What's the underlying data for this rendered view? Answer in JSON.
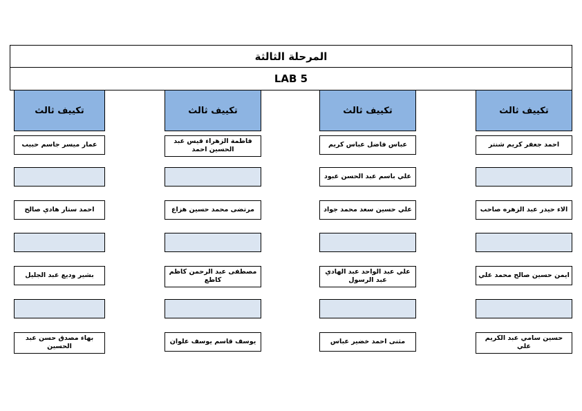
{
  "header": {
    "title": "المرحلة الثالثة",
    "subtitle": "LAB 5"
  },
  "colors": {
    "header_fill": "#8DB4E2",
    "empty_fill": "#DBE5F1",
    "border": "#000000"
  },
  "columns": [
    {
      "header": "تكييف ثالث",
      "cells": [
        {
          "type": "name",
          "text": "عمار ميسر جاسم حبيب"
        },
        {
          "type": "empty",
          "text": ""
        },
        {
          "type": "name",
          "text": "احمد ستار هادي صالح"
        },
        {
          "type": "empty",
          "text": ""
        },
        {
          "type": "name",
          "text": "بشير وديع عبد الجليل"
        },
        {
          "type": "empty",
          "text": ""
        },
        {
          "type": "name",
          "text": "بهاء مصدق حسن عبد الحسين"
        }
      ]
    },
    {
      "header": "تكييف ثالث",
      "cells": [
        {
          "type": "name",
          "text": "فاطمة الزهراء قيس عبد الحسين احمد"
        },
        {
          "type": "empty",
          "text": ""
        },
        {
          "type": "name",
          "text": "مرتضى محمد حسين هزاع"
        },
        {
          "type": "empty",
          "text": ""
        },
        {
          "type": "name",
          "text": "مصطفى عبد الرحمن كاظم كاطع"
        },
        {
          "type": "empty",
          "text": ""
        },
        {
          "type": "name",
          "text": "يوسف قاسم يوسف علوان"
        }
      ]
    },
    {
      "header": "تكييف ثالث",
      "cells": [
        {
          "type": "name",
          "text": "عباس فاضل عباس كريم"
        },
        {
          "type": "name",
          "text": "علي باسم عبد الحسن عبود"
        },
        {
          "type": "name",
          "text": "علي حسين سعد محمد جواد"
        },
        {
          "type": "empty",
          "text": ""
        },
        {
          "type": "name",
          "text": "علي عبد الواحد عبد الهادي عبد الرسول"
        },
        {
          "type": "empty",
          "text": ""
        },
        {
          "type": "name",
          "text": "مثنى احمد خضير عباس"
        }
      ]
    },
    {
      "header": "تكييف ثالث",
      "cells": [
        {
          "type": "name",
          "text": "احمد جعفر كريم شنتر"
        },
        {
          "type": "empty",
          "text": ""
        },
        {
          "type": "name",
          "text": "الاء حيدر عبد الزهره صاحب"
        },
        {
          "type": "empty",
          "text": ""
        },
        {
          "type": "name",
          "text": "ايمن حسين صالح محمد علي"
        },
        {
          "type": "empty",
          "text": ""
        },
        {
          "type": "name",
          "text": "حسين سامي عبد الكريم علي"
        }
      ]
    }
  ]
}
